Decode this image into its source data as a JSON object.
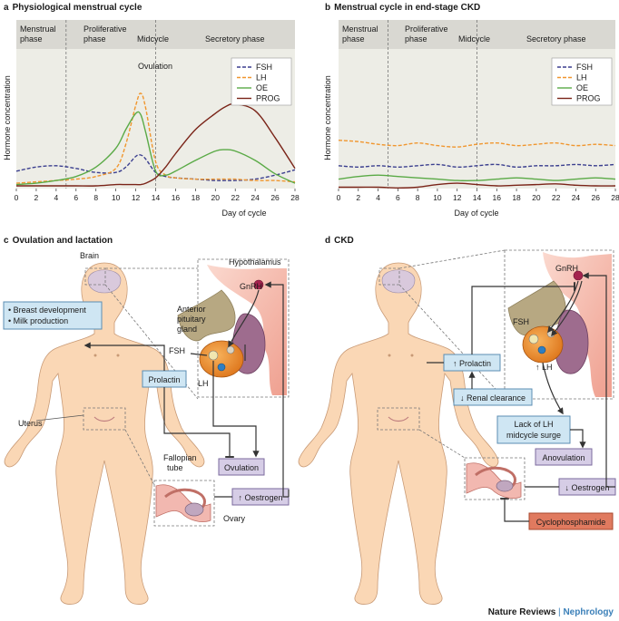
{
  "panels": {
    "a": {
      "letter": "a",
      "title": "Physiological menstrual cycle"
    },
    "b": {
      "letter": "b",
      "title": "Menstrual cycle in end-stage CKD"
    },
    "c": {
      "letter": "c",
      "title": "Ovulation and lactation"
    },
    "d": {
      "letter": "d",
      "title": "CKD"
    }
  },
  "phases": {
    "menstrual_1": "Menstrual",
    "menstrual_2": "phase",
    "proliferative_1": "Proliferative",
    "proliferative_2": "phase",
    "midcycle": "Midcycle",
    "secretory": "Secretory phase"
  },
  "axes": {
    "ylabel": "Hormone concentration",
    "xlabel": "Day of cycle",
    "xticks": [
      "0",
      "2",
      "4",
      "6",
      "8",
      "10",
      "12",
      "14",
      "16",
      "18",
      "20",
      "22",
      "24",
      "26",
      "28"
    ]
  },
  "legend": [
    {
      "name": "FSH",
      "color": "#3b3f8f",
      "style": "dash"
    },
    {
      "name": "LH",
      "color": "#f0962e",
      "style": "dash"
    },
    {
      "name": "OE",
      "color": "#5aaa46",
      "style": "solid"
    },
    {
      "name": "PROG",
      "color": "#7a2418",
      "style": "solid"
    }
  ],
  "annotations": {
    "ovulation": "Ovulation"
  },
  "chart_data": [
    {
      "type": "line",
      "title": "Physiological menstrual cycle",
      "xlabel": "Day of cycle",
      "ylabel": "Hormone concentration",
      "xlim": [
        0,
        28
      ],
      "ylim": [
        0,
        10
      ],
      "x": [
        0,
        2,
        4,
        6,
        8,
        10,
        11,
        12,
        12.5,
        13,
        14,
        15,
        16,
        18,
        20,
        21,
        22,
        24,
        26,
        28
      ],
      "series": [
        {
          "name": "FSH",
          "values": [
            1.3,
            1.6,
            1.7,
            1.5,
            1.2,
            1.2,
            1.6,
            2.4,
            2.5,
            2.2,
            1.2,
            0.9,
            0.8,
            0.7,
            0.6,
            0.6,
            0.6,
            0.7,
            1.0,
            1.4
          ]
        },
        {
          "name": "LH",
          "values": [
            0.4,
            0.5,
            0.6,
            0.7,
            0.9,
            1.5,
            3.3,
            6.2,
            7.1,
            6.0,
            2.0,
            1.0,
            0.8,
            0.7,
            0.7,
            0.7,
            0.7,
            0.6,
            0.6,
            0.5
          ]
        },
        {
          "name": "OE",
          "values": [
            0.3,
            0.4,
            0.6,
            0.9,
            1.6,
            3.0,
            4.4,
            5.6,
            5.5,
            4.2,
            1.3,
            1.0,
            1.3,
            2.1,
            2.8,
            2.9,
            2.8,
            2.1,
            1.1,
            0.4
          ]
        },
        {
          "name": "PROG",
          "values": [
            0.2,
            0.2,
            0.2,
            0.2,
            0.2,
            0.3,
            0.3,
            0.3,
            0.3,
            0.4,
            0.8,
            1.6,
            2.6,
            4.4,
            5.6,
            6.1,
            6.3,
            5.8,
            3.8,
            1.5
          ]
        }
      ]
    },
    {
      "type": "line",
      "title": "Menstrual cycle in end-stage CKD",
      "xlabel": "Day of cycle",
      "ylabel": "Hormone concentration",
      "xlim": [
        0,
        28
      ],
      "ylim": [
        0,
        10
      ],
      "x": [
        0,
        2,
        4,
        6,
        8,
        10,
        12,
        14,
        16,
        18,
        20,
        22,
        24,
        26,
        28
      ],
      "series": [
        {
          "name": "FSH",
          "values": [
            1.7,
            1.6,
            1.7,
            1.6,
            1.7,
            1.8,
            1.6,
            1.7,
            1.8,
            1.6,
            1.7,
            1.7,
            1.8,
            1.7,
            1.8
          ]
        },
        {
          "name": "LH",
          "values": [
            3.6,
            3.5,
            3.3,
            3.2,
            3.4,
            3.2,
            3.1,
            3.3,
            3.4,
            3.2,
            3.3,
            3.4,
            3.2,
            3.3,
            3.2
          ]
        },
        {
          "name": "OE",
          "values": [
            0.7,
            0.9,
            1.0,
            0.9,
            0.8,
            0.7,
            0.6,
            0.6,
            0.7,
            0.8,
            0.7,
            0.6,
            0.7,
            0.8,
            0.7
          ]
        },
        {
          "name": "PROG",
          "values": [
            0.1,
            0.1,
            0.1,
            0.05,
            0.1,
            0.3,
            0.4,
            0.3,
            0.2,
            0.25,
            0.3,
            0.35,
            0.25,
            0.2,
            0.2
          ]
        }
      ]
    }
  ],
  "diagram_c": {
    "brain": "Brain",
    "hypothalamus": "Hypothalamus",
    "gnrh": "GnRH",
    "anterior_1": "Anterior",
    "anterior_2": "pituitary",
    "anterior_3": "gland",
    "fsh": "FSH",
    "lh": "LH",
    "breast_1": "• Breast development",
    "breast_2": "• Milk production",
    "prolactin": "Prolactin",
    "uterus": "Uterus",
    "fallopian_1": "Fallopian",
    "fallopian_2": "tube",
    "ovary": "Ovary",
    "ovulation": "Ovulation",
    "oestrogen": "↑ Oestrogen"
  },
  "diagram_d": {
    "gnrh": "GnRH",
    "fsh": "FSH",
    "lh": "↑ LH",
    "prolactin": "↑ Prolactin",
    "renal": "↓ Renal clearance",
    "lack_1": "Lack of LH",
    "lack_2": "midcycle surge",
    "anovulation": "Anovulation",
    "oestrogen": "↓ Oestrogen",
    "cyclophosphamide": "Cyclophosphamide"
  },
  "footer": {
    "journal": "Nature Reviews",
    "separator": " | ",
    "section": "Nephrology"
  }
}
